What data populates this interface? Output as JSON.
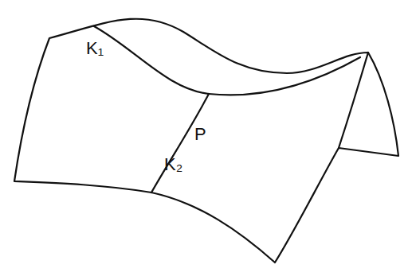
{
  "diagram": {
    "labels": [
      "K₁",
      "P",
      "K₂"
    ]
  }
}
